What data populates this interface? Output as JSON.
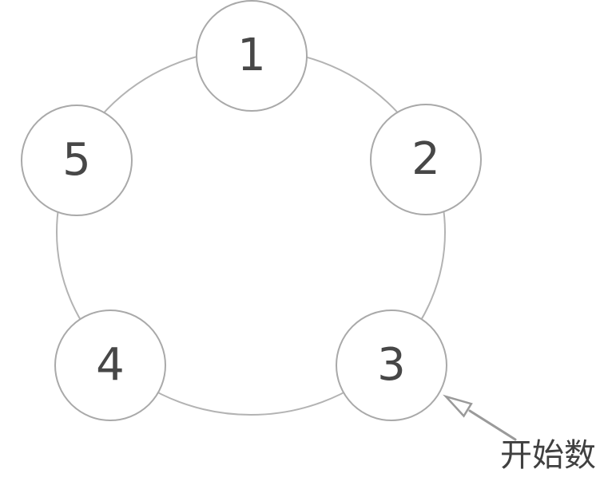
{
  "diagram": {
    "type": "circular-counting-ring",
    "nodes": [
      {
        "label": "1"
      },
      {
        "label": "2"
      },
      {
        "label": "3"
      },
      {
        "label": "4"
      },
      {
        "label": "5"
      }
    ],
    "annotation": {
      "label": "开始数",
      "target_node_label": "3"
    }
  },
  "colors": {
    "background": "#ffffff",
    "ring-stroke": "#b3b3b3",
    "node-stroke": "#a9a9a9",
    "node-fill": "#ffffff",
    "node-text": "#474747",
    "arrow": "#9a9a9a",
    "annotation-text": "#404040"
  }
}
